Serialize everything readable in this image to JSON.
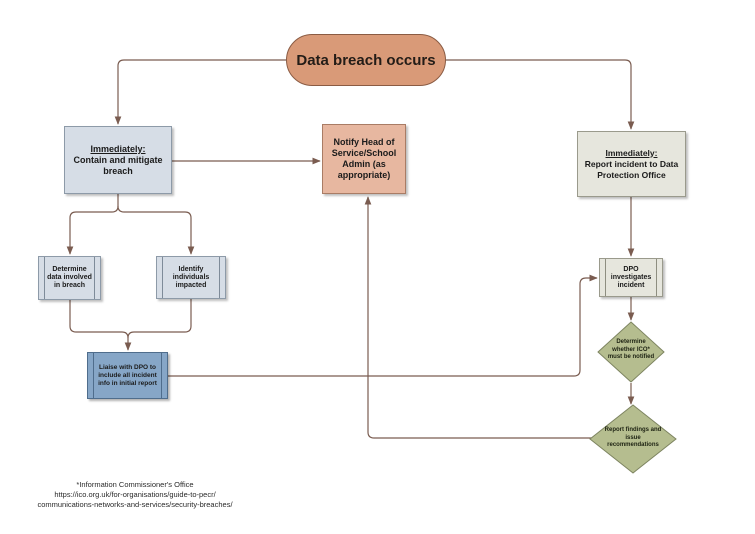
{
  "start": {
    "label": "Data breach occurs"
  },
  "contain": {
    "heading": "Immediately:",
    "text": "Contain and mitigate breach"
  },
  "notify": {
    "text": "Notify Head of Service/School Admin (as appropriate)"
  },
  "report": {
    "heading": "Immediately:",
    "text": "Report incident to Data Protection Office"
  },
  "determine": {
    "text": "Determine data involved in breach"
  },
  "identify": {
    "text": "Identify individuals impacted"
  },
  "liaise": {
    "text": "Liaise with DPO to include all incident info in initial report"
  },
  "dpo_investigates": {
    "text": "DPO investigates incident"
  },
  "decision": {
    "text": "Determine whether ICO* must be notified"
  },
  "findings": {
    "text": "Report findings and issue recommendations"
  },
  "footnote": {
    "line1": "*Information Commissioner's Office",
    "line2": "https://ico.org.uk/for-organisations/guide-to-pecr/",
    "line3": "communications-networks-and-services/security-breaches/"
  },
  "colors": {
    "start_fill": "#d99a78",
    "notify_fill": "#e7b7a0",
    "gray_box": "#d6dde6",
    "olive_box": "#e6e6dd",
    "liaise_fill": "#86a6c7",
    "diamond_fill": "#b5bd8f",
    "connector": "#7a5c50"
  }
}
